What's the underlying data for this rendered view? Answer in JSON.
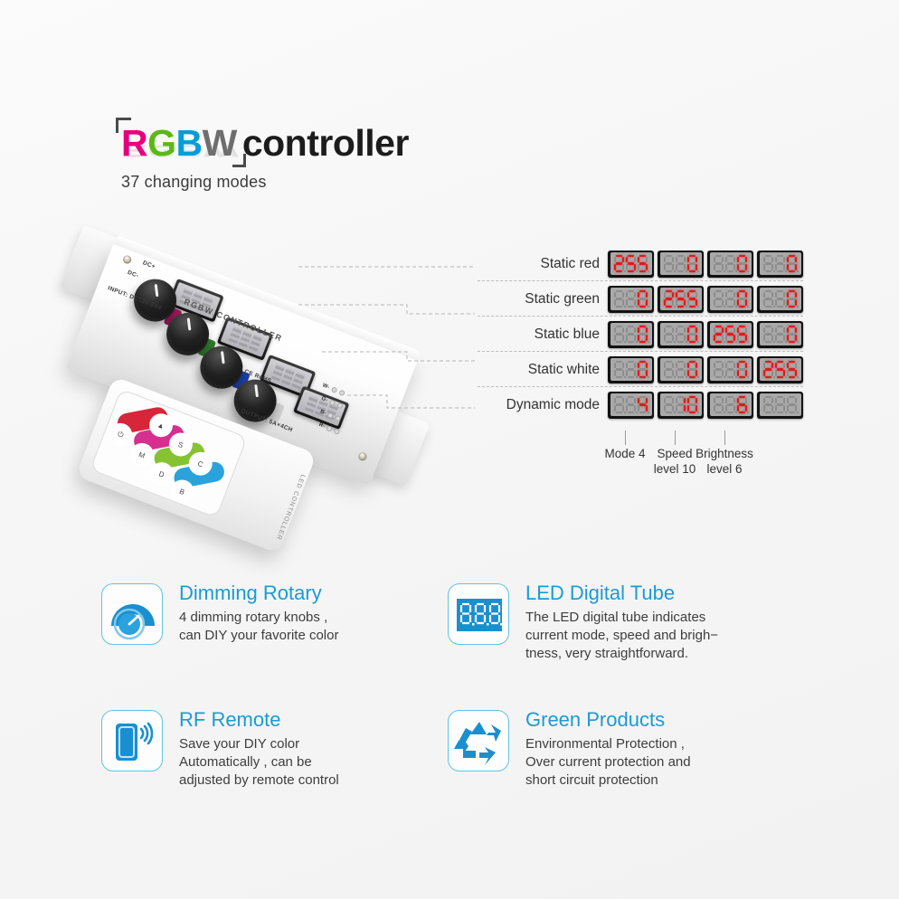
{
  "header": {
    "logo_letters": [
      {
        "ch": "R",
        "color": "#e5007d"
      },
      {
        "ch": "G",
        "color": "#5cb819"
      },
      {
        "ch": "B",
        "color": "#0a9bd8"
      },
      {
        "ch": "W",
        "color": "#6e6e6e"
      }
    ],
    "logo_word": "RGBW",
    "product_word": "controller",
    "subtitle": "37 changing modes"
  },
  "device": {
    "brand_text": "RGBW CONTROLLER",
    "input_label": "INPUT: DC12V-24V",
    "output_label": "OUTPUT: 5A×4CH",
    "cert_label": "CE  RoHS",
    "dc_plus": "DC+",
    "dc_minus": "DC-",
    "terminals": [
      "W-",
      "G-",
      "B-",
      "R-"
    ],
    "remote_brand": "LED CONTROLLER"
  },
  "callouts": {
    "rows": [
      {
        "label": "Static red",
        "values": [
          "255",
          "0",
          "0",
          "0"
        ]
      },
      {
        "label": "Static green",
        "values": [
          "0",
          "255",
          "0",
          "0"
        ]
      },
      {
        "label": "Static blue",
        "values": [
          "0",
          "0",
          "255",
          "0"
        ]
      },
      {
        "label": "Static white",
        "values": [
          "0",
          "0",
          "0",
          "255"
        ]
      },
      {
        "label": "Dynamic mode",
        "values": [
          "4",
          "10",
          "6",
          ""
        ]
      }
    ],
    "captions": [
      {
        "line1": "Mode 4",
        "line2": ""
      },
      {
        "line1": "Speed",
        "line2": "level 10"
      },
      {
        "line1": "Brightness",
        "line2": "level 6"
      }
    ]
  },
  "features": [
    {
      "icon": "dimming-knob-icon",
      "title": "Dimming Rotary",
      "desc": "4 dimming rotary knobs ,\ncan DIY your favorite color"
    },
    {
      "icon": "led-digital-tube-icon",
      "title": "LED Digital Tube",
      "desc": "The LED digital tube indicates\ncurrent mode, speed and brigh−\ntness, very straightforward."
    },
    {
      "icon": "rf-remote-icon",
      "title": "RF Remote",
      "desc": "Save your DIY color\nAutomatically , can be\nadjusted by remote control"
    },
    {
      "icon": "recycle-icon",
      "title": "Green Products",
      "desc": "Environmental Protection ,\nOver current protection and\nshort circuit protection"
    }
  ],
  "colors": {
    "accent_blue": "#1c9ad6",
    "icon_blue": "#1a8fd0",
    "led_red": "#e01b1b",
    "led_off": "#8d8d8d"
  }
}
